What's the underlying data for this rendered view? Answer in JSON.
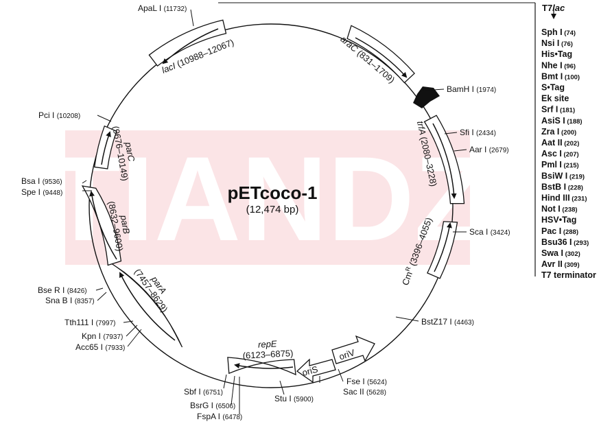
{
  "plasmid": {
    "name": "pETcoco-1",
    "size": "(12,474 bp)"
  },
  "watermark": "TIANDZ",
  "colors": {
    "watermark": "#fbe4e6",
    "ink": "#111111"
  },
  "features": {
    "lacI": {
      "name": "lacI",
      "range": "(10988–12067)"
    },
    "araC": {
      "name": "araC",
      "range": "(831–1709)"
    },
    "trfA": {
      "name": "trfA",
      "range": "(2080–3228)"
    },
    "cmr": {
      "name": "Cm",
      "sup": "R",
      "range": "(3396–4055)"
    },
    "parC": {
      "name": "parC",
      "range": "(9676–10149)"
    },
    "parB": {
      "name": "parB",
      "range": "(8632–9600)"
    },
    "parA": {
      "name": "parA",
      "range": "(7457–8629)"
    },
    "repE": {
      "name": "repE",
      "range": "(6123–6875)"
    },
    "oriS": {
      "name": "oriS"
    },
    "oriV": {
      "name": "oriV"
    }
  },
  "sites": {
    "apal": {
      "name": "ApaL I",
      "pos": "(11732)"
    },
    "bamh": {
      "name": "BamH I",
      "pos": "(1974)"
    },
    "sfi": {
      "name": "Sfi I",
      "pos": "(2434)"
    },
    "aar": {
      "name": "Aar I",
      "pos": "(2679)"
    },
    "sca": {
      "name": "Sca I",
      "pos": "(3424)"
    },
    "bstz17": {
      "name": "BstZ17 I",
      "pos": "(4463)"
    },
    "fse": {
      "name": "Fse I",
      "pos": "(5624)"
    },
    "sac2": {
      "name": "Sac II",
      "pos": "(5628)"
    },
    "stu": {
      "name": "Stu I",
      "pos": "(5900)"
    },
    "sbf": {
      "name": "Sbf I",
      "pos": "(6751)"
    },
    "bsrg": {
      "name": "BsrG I",
      "pos": "(6506)"
    },
    "fspa": {
      "name": "FspA I",
      "pos": "(6478)"
    },
    "tth111": {
      "name": "Tth111 I",
      "pos": "(7997)"
    },
    "kpn": {
      "name": "Kpn I",
      "pos": "(7937)"
    },
    "acc65": {
      "name": "Acc65 I",
      "pos": "(7933)"
    },
    "bser": {
      "name": "Bse R I",
      "pos": "(8426)"
    },
    "snab": {
      "name": "Sna B I",
      "pos": "(8357)"
    },
    "bsa": {
      "name": "Bsa I",
      "pos": "(9536)"
    },
    "spe": {
      "name": "Spe I",
      "pos": "(9448)"
    },
    "pci": {
      "name": "Pci I",
      "pos": "(10208)"
    }
  },
  "mcs": {
    "header_prefix": "T7",
    "header_italic": "lac",
    "items": [
      {
        "name": "Sph I",
        "pos": "(74)"
      },
      {
        "name": "Nsi I",
        "pos": "(76)"
      },
      {
        "name": "His•Tag",
        "pos": ""
      },
      {
        "name": "Nhe I",
        "pos": "(96)"
      },
      {
        "name": "Bmt I",
        "pos": "(100)"
      },
      {
        "name": "S•Tag",
        "pos": ""
      },
      {
        "name": "Ek site",
        "pos": ""
      },
      {
        "name": "Srf I",
        "pos": "(181)"
      },
      {
        "name": "AsiS I",
        "pos": "(188)"
      },
      {
        "name": "Zra I",
        "pos": "(200)"
      },
      {
        "name": "Aat II",
        "pos": "(202)"
      },
      {
        "name": "Asc I",
        "pos": "(207)"
      },
      {
        "name": "Pml I",
        "pos": "(215)"
      },
      {
        "name": "BsiW I",
        "pos": "(219)"
      },
      {
        "name": "BstB I",
        "pos": "(228)"
      },
      {
        "name": "Hind III",
        "pos": "(231)"
      },
      {
        "name": "Not I",
        "pos": "(238)"
      },
      {
        "name": "HSV•Tag",
        "pos": ""
      },
      {
        "name": "Pac I",
        "pos": "(288)"
      },
      {
        "name": "Bsu36 I",
        "pos": "(293)"
      },
      {
        "name": "Swa I",
        "pos": "(302)"
      },
      {
        "name": "Avr II",
        "pos": "(309)"
      },
      {
        "name": "T7 terminator",
        "pos": ""
      }
    ]
  }
}
